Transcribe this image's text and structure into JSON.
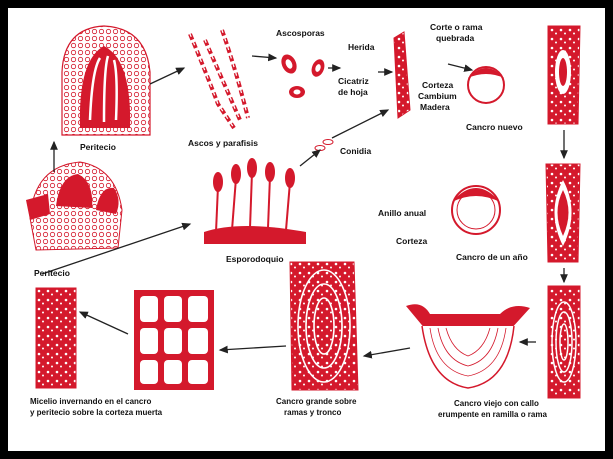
{
  "diagram": {
    "labels": {
      "peritecio_top": "Peritecio",
      "ascos": "Ascos y parafisis",
      "ascosporas": "Ascosporas",
      "herida": "Herida",
      "cicatriz_1": "Cicatriz",
      "cicatriz_2": "de hoja",
      "corte_1": "Corte o rama",
      "corte_2": "quebrada",
      "corteza_layer": "Corteza",
      "cambium": "Cambium",
      "madera": "Madera",
      "cancro_nuevo": "Cancro nuevo",
      "conidia": "Conidia",
      "esporodoquio": "Esporodoquio",
      "peritecio_left": "Peritecio",
      "anillo_anual": "Anillo anual",
      "corteza_ring": "Corteza",
      "cancro_un_ano": "Cancro de un año",
      "micelio_1": "Micelio invernando en el cancro",
      "micelio_2": "y peritecio sobre la corteza muerta",
      "grande_1": "Cancro grande sobre",
      "grande_2": "ramas y tronco",
      "viejo_1": "Cancro viejo con callo",
      "viejo_2": "erumpente en ramilla o rama"
    },
    "colors": {
      "stain": "#d4192c",
      "ink": "#111111",
      "frame": "#000000"
    }
  }
}
